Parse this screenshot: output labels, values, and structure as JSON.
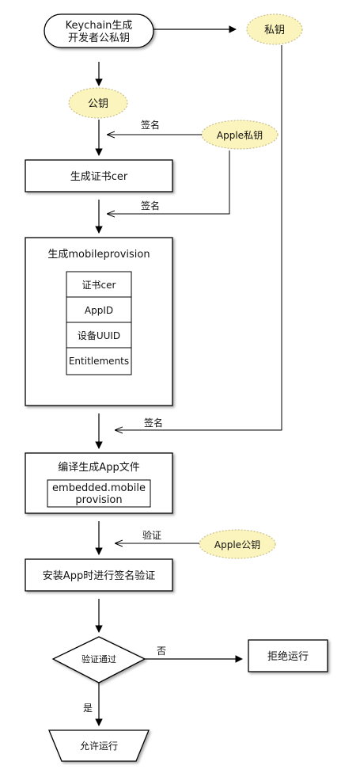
{
  "nodes": {
    "keychain": {
      "line1": "Keychain生成",
      "line2": "开发者公私钥"
    },
    "private_key": "私钥",
    "public_key": "公钥",
    "apple_private_key": "Apple私钥",
    "cert": "生成证书cer",
    "mobileprovision": {
      "title": "生成mobileprovision",
      "items": [
        "证书cer",
        "AppID",
        "设备UUID",
        "Entitlements"
      ]
    },
    "compile": {
      "title": "编译生成App文件",
      "inner_line1": "embedded.mobile",
      "inner_line2": "provision"
    },
    "apple_public_key": "Apple公钥",
    "install": "安装App时进行签名验证",
    "decision": "验证通过",
    "reject": "拒绝运行",
    "allow": "允许运行"
  },
  "edges": {
    "sign1": "签名",
    "sign2": "签名",
    "sign3": "签名",
    "verify": "验证",
    "no": "否",
    "yes": "是"
  },
  "colors": {
    "key_fill": "#fbf4bd",
    "key_stroke": "#c9c08a",
    "line": "#000000"
  }
}
